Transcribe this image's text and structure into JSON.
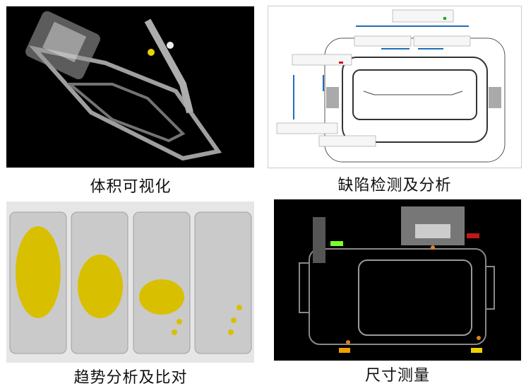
{
  "panels": [
    {
      "caption": "体积可视化",
      "background": "#000000"
    },
    {
      "caption": "缺陷检测及分析",
      "background": "#ffffff"
    },
    {
      "caption": "趋势分析及比对",
      "background": "#e6e6e6"
    },
    {
      "caption": "尺寸测量",
      "background": "#000000"
    }
  ],
  "colors": {
    "accent_blue": "#1f6fb8",
    "particle_yellow": "#d4b800",
    "tag_green": "#7cff2a",
    "tag_red": "#c01818",
    "tag_orange": "#f0a000"
  }
}
